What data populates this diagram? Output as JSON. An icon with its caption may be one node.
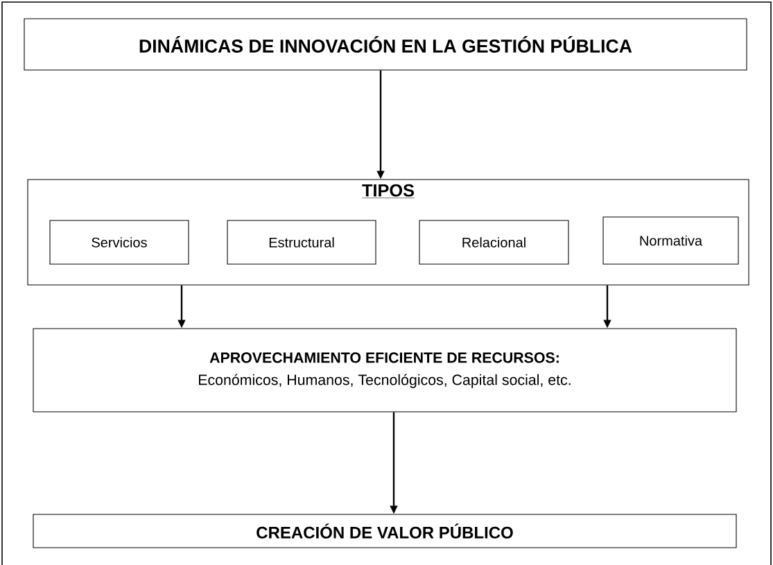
{
  "diagram": {
    "nodes": [
      {
        "text": [
          "DINÁMICAS DE INNOVACIÓN EN LA GESTIÓN PÚBLICA"
        ]
      },
      {
        "text": [
          "TIPOS"
        ]
      },
      {
        "text": [
          "Servicios"
        ],
        "in": 1
      },
      {
        "text": [
          "Estructural"
        ],
        "in": 1
      },
      {
        "text": [
          "Relacional"
        ],
        "in": 1
      },
      {
        "text": [
          "Normativa"
        ],
        "in": 1
      },
      {
        "text": [
          "**APROVECHAMIENTO EFICIENTE DE RECURSOS**:",
          "Económicos, Humanos, Tecnológicos, Capital social, etc."
        ]
      },
      {
        "text": [
          "CREACIÓN DE VALOR PÚBLICO"
        ]
      }
    ],
    "edges": [
      {
        "from": 0,
        "to": 1,
        "arrow": "to"
      },
      {
        "from": 1,
        "to": 6,
        "arrow": "to"
      },
      {
        "from": 1,
        "to": 6,
        "arrow": "to"
      },
      {
        "from": 6,
        "to": 7,
        "arrow": "to"
      }
    ]
  }
}
